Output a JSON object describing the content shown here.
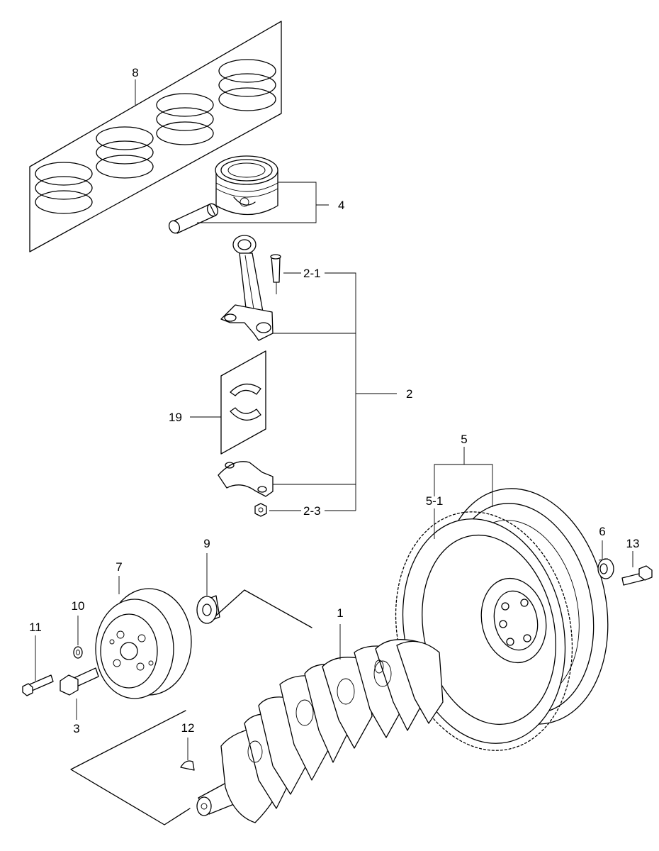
{
  "callouts": {
    "crankshaft": "1",
    "connecting_rod_assy": "2",
    "conrod_bolt": "2-1",
    "conrod_nut": "2-3",
    "bolt_3": "3",
    "piston": "4",
    "flywheel": "5",
    "ring_gear": "5-1",
    "bearing_6": "6",
    "pulley": "7",
    "piston_rings": "8",
    "spacer_9": "9",
    "washer_10": "10",
    "bolt_11": "11",
    "key_12": "12",
    "bolt_13": "13",
    "bearing_shells": "19"
  }
}
